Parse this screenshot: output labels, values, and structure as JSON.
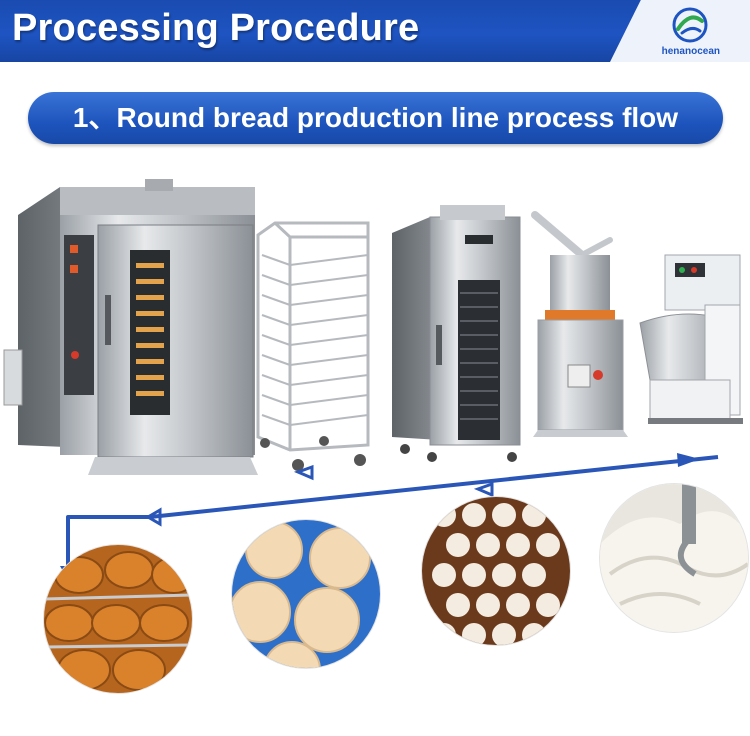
{
  "header": {
    "title": "Processing Procedure",
    "brand": "henanocean"
  },
  "section": {
    "heading": "1、Round bread production line process flow"
  },
  "icons": {
    "logo": "brand-logo-icon"
  },
  "colors": {
    "primary_blue": "#1e54c2",
    "arrow_blue": "#2a56b8"
  }
}
